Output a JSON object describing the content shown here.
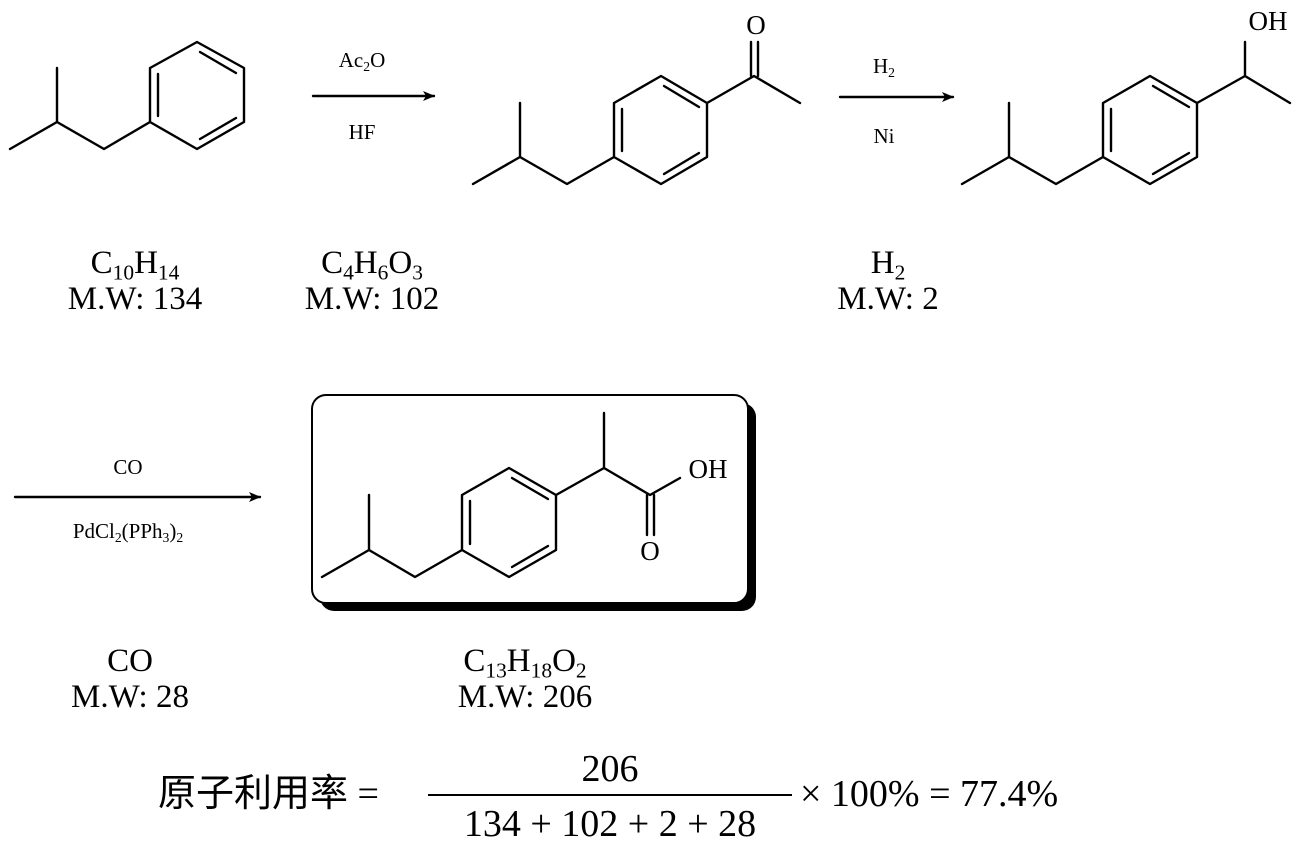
{
  "step1": {
    "reagent_top": {
      "base": "Ac",
      "sub": "2",
      "tail": "O"
    },
    "reagent_bottom": "HF"
  },
  "step2": {
    "reagent_top": {
      "base": "H",
      "sub": "2"
    },
    "reagent_bottom": "Ni"
  },
  "step3": {
    "reagent_top": "CO",
    "reagent_bottom": {
      "a": "PdCl",
      "a_sub": "2",
      "b": "(PPh",
      "b_sub": "3",
      "c": ")",
      "c_sub": "2"
    }
  },
  "atoms": {
    "ketone_o": "O",
    "alcohol_oh": "OH",
    "acid_oh": "OH",
    "acid_o": "O"
  },
  "compounds": [
    {
      "formula": [
        [
          "C",
          "10"
        ],
        [
          "H",
          "14"
        ]
      ],
      "mw": "M.W: 134"
    },
    {
      "formula": [
        [
          "C",
          "4"
        ],
        [
          "H",
          "6"
        ],
        [
          "O",
          "3"
        ]
      ],
      "mw": "M.W: 102"
    },
    {
      "formula": [
        [
          "H",
          "2"
        ]
      ],
      "mw": "M.W: 2"
    },
    {
      "formula": [
        [
          "CO",
          ""
        ]
      ],
      "mw": "M.W: 28"
    },
    {
      "formula": [
        [
          "C",
          "13"
        ],
        [
          "H",
          "18"
        ],
        [
          "O",
          "2"
        ]
      ],
      "mw": "M.W: 206"
    }
  ],
  "equation": {
    "label": "原子利用率 =",
    "numerator": "206",
    "denominator": "134 + 102 + 2 + 28",
    "tail": "× 100% = 77.4%"
  }
}
